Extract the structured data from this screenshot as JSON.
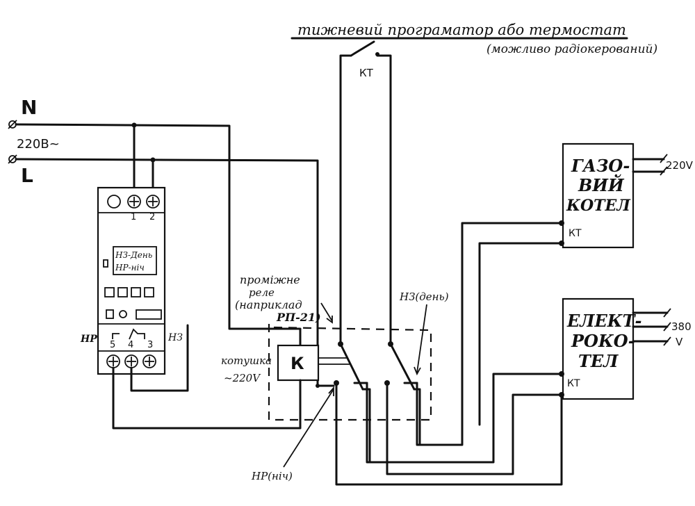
{
  "supply": {
    "neutral": "N",
    "line": "L",
    "voltage": "220В~"
  },
  "timer": {
    "terminal_1": "1",
    "terminal_2": "2",
    "display_line1": "НЗ-День",
    "display_line2": "НР-ніч",
    "terminal_5": "5",
    "terminal_4": "4",
    "terminal_3": "3",
    "label_nr": "НР",
    "label_nz": "НЗ"
  },
  "programmer": {
    "title": "тижневий програматор або термостат",
    "subtitle": "(можливо радіокерований)",
    "contact": "КТ"
  },
  "relay": {
    "label_line1": "проміжне",
    "label_line2": "реле",
    "label_line3": "(наприклад",
    "label_line4": "РП-21)",
    "coil_symbol": "К",
    "coil_label_line1": "котушка",
    "coil_label_line2": "~220V",
    "nz_label": "НЗ(день)",
    "nr_label": "НР(ніч)"
  },
  "gas_boiler": {
    "line1": "ГАЗО-",
    "line2": "ВИЙ",
    "line3": "КОТЕЛ",
    "supply": "220V",
    "contact": "КТ"
  },
  "electric_boiler": {
    "line1": "ЕЛЕКТ-",
    "line2": "РОКО-",
    "line3": "ТЕЛ",
    "supply1": "380",
    "supply2": "V",
    "contact": "КТ"
  }
}
